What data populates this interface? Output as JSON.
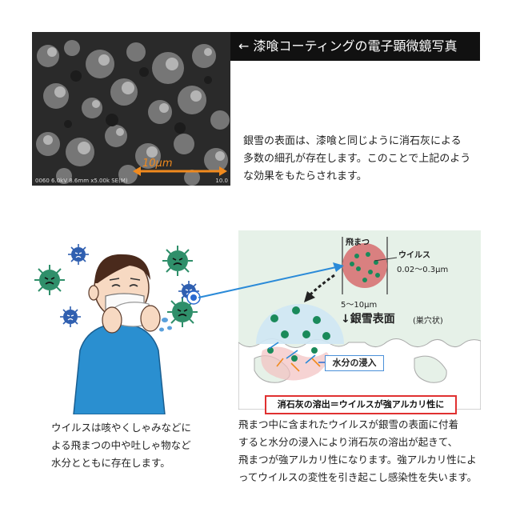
{
  "micrograph": {
    "caption": "← 漆喰コーティングの電子顕微鏡写真",
    "scale_label": "10μm",
    "meta_text": "0060 6.0kV 8.6mm x5.00k SE(M)",
    "corner_text": "10.0"
  },
  "intro_lines": [
    "銀雪の表面は、漆喰と同じように消石灰による",
    "多数の細孔が存在します。このことで上記のよう",
    "な効果をもたらされます。"
  ],
  "diagram": {
    "droplet_label": "飛まつ",
    "virus_label": "ウイルス",
    "virus_size": "0.02〜0.3μm",
    "droplet_size": "5〜10μm",
    "surface_label": "↓銀雪表面",
    "surface_sub": "(巣穴状)",
    "water_label": "水分の浸入",
    "banner": "消石灰の溶出＝ウイルスが強アルカリ性に"
  },
  "left_text_lines": [
    "ウイルスは咳やくしゃみなどに",
    "よる飛まつの中や吐しゃ物など",
    "水分とともに存在します。"
  ],
  "right_text_lines": [
    "飛まつ中に含まれたウイルスが銀雪の表面に付着",
    "すると水分の浸入により消石灰の溶出が起きて、",
    "飛まつが強アルカリ性になります。強アルカリ性によ",
    "ってウイルスの変性を引き起こし感染性を失います。"
  ],
  "colors": {
    "scale_orange": "#f08a1e",
    "diagram_bg": "#e6f1e8",
    "banner_border": "#e03030",
    "virus_green": "#1a8a5a",
    "droplet_pink": "#d98080",
    "arrow_blue": "#2a8ad8"
  }
}
